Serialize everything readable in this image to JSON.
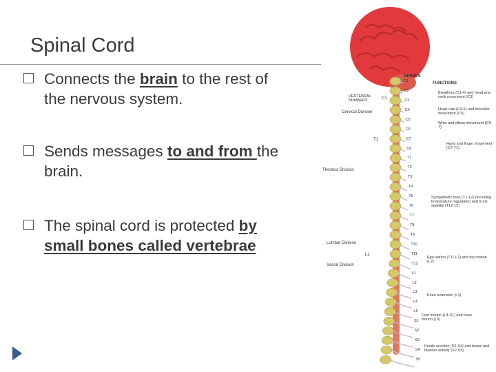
{
  "title": "Spinal Cord",
  "bullets": [
    {
      "pre": "Connects the ",
      "em": "brain",
      "post": " to the rest of",
      "line2": "the nervous system."
    },
    {
      "pre": "Sends messages ",
      "em": "to and from ",
      "post": "the",
      "line2": "brain."
    },
    {
      "pre": "The spinal cord is protected ",
      "em": "by ",
      "line2": "small bones called vertebrae"
    }
  ],
  "figure": {
    "header_nerves": "NERVES",
    "header_functions": "FUNCTIONS",
    "vertebral_numbers": "VERTEBRAL NUMBERS",
    "divisions": [
      "Cervical Division",
      "Thoracic Division",
      "Lumbar Division",
      "Sacral Division"
    ],
    "vertebra_markers": [
      "C1",
      "T1",
      "L1"
    ],
    "nerves": [
      "C1",
      "C2",
      "C3",
      "C4",
      "C5",
      "C6",
      "C7",
      "C8",
      "T1",
      "T2",
      "T3",
      "T4",
      "T5",
      "T6",
      "T7",
      "T8",
      "T9",
      "T10",
      "T11",
      "T12",
      "L1",
      "L2",
      "L3",
      "L4",
      "L5",
      "S1",
      "S2",
      "S3",
      "S4",
      "S5"
    ],
    "functions": [
      "Breathing (C1-4) and head and neck movement (C3)",
      "Heart rate (C4-6) and shoulder movement (C5)",
      "Wrist and elbow movement (C6-7)",
      "Hand and finger movement (C7-T1)",
      "Sympathetic tone (T1-12) (including temperature regulation) and trunk stability (T12-12)",
      "Ejaculation (T11-L2) and hip motion (L2)",
      "Knee extension (L3)",
      "Foot motion (L4-S1) and knee flexion (L5)",
      "Penile erection (S2-S4) and bowel and bladder activity (S2-S3)"
    ]
  },
  "colors": {
    "brain": "#e23a3c",
    "cord": "#e07a5f",
    "vertebra": "#d6c86a",
    "nerve": "#c9b3d6",
    "accent": "#3b5a8c"
  }
}
